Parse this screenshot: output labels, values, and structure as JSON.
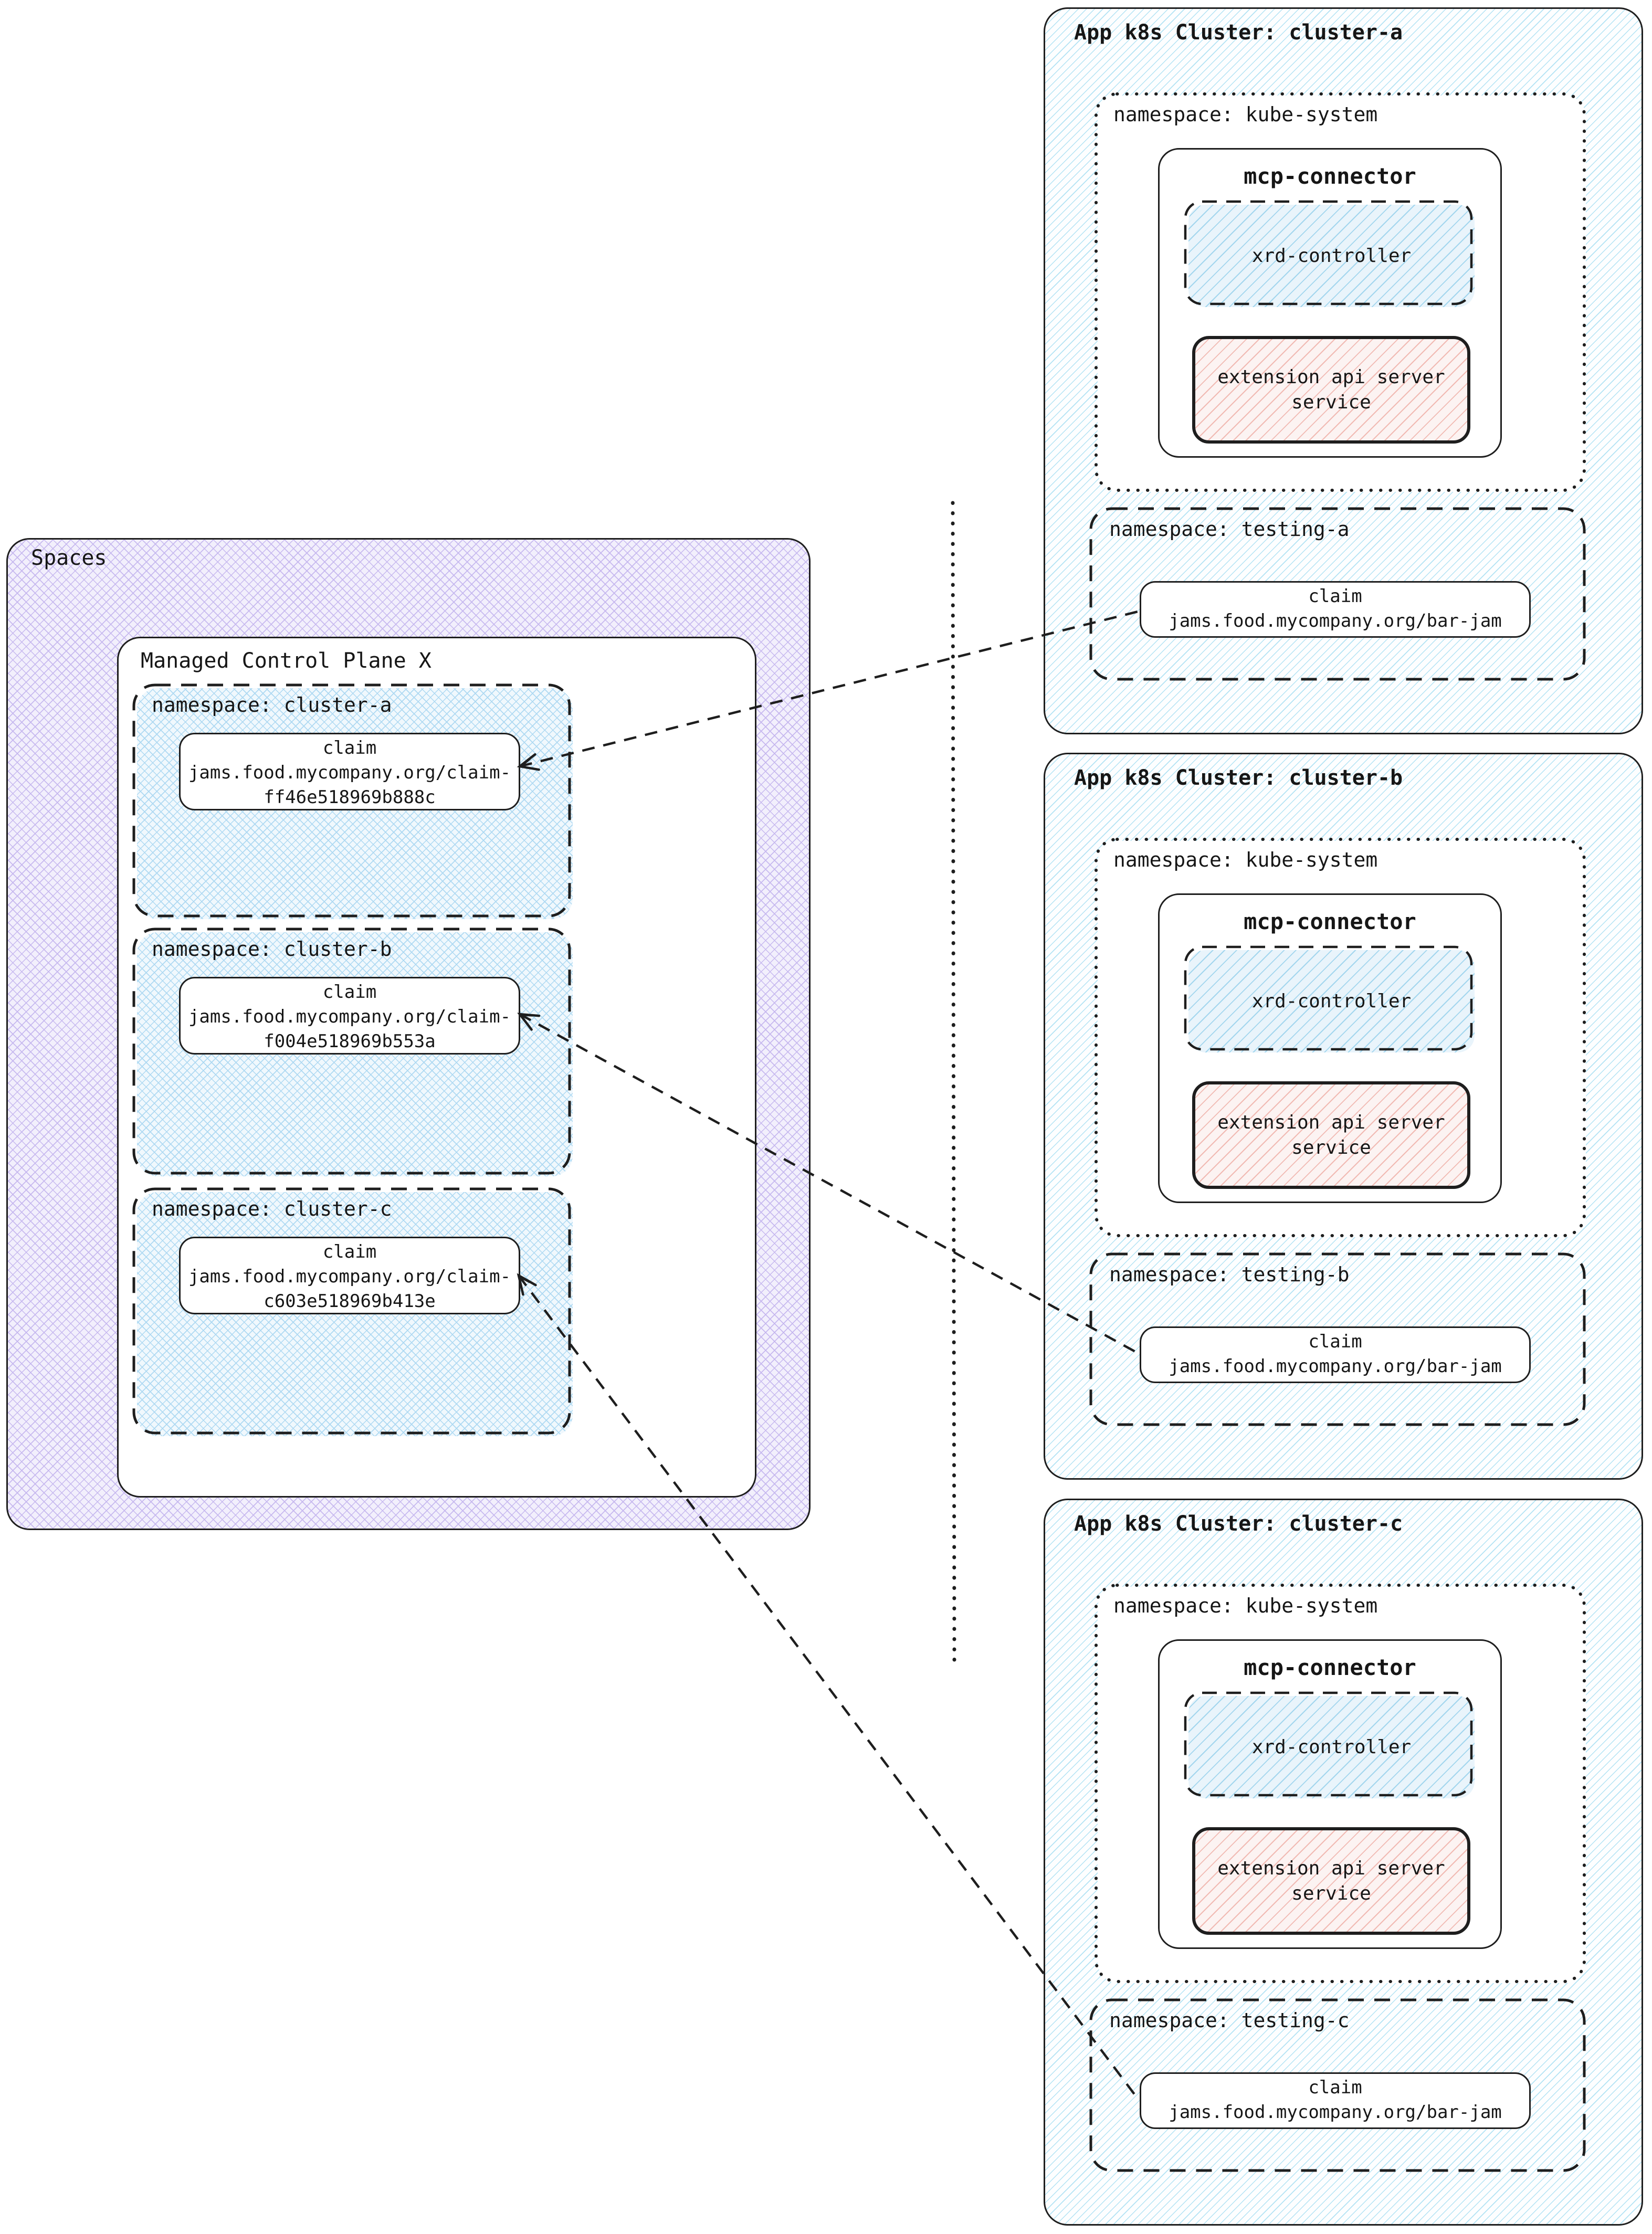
{
  "colors": {
    "border": "#1e1e1e",
    "spaces_hatch": "#c7b9ef",
    "namespace_hatch": "#aed9f2",
    "cluster_hatch": "#b3e3f4",
    "xrd_hatch": "#a3d6ee",
    "extension_hatch": "#f1bab3"
  },
  "left_panel": {
    "spaces_label": "Spaces",
    "mcp_title": "Managed Control Plane X",
    "namespaces": [
      {
        "label": "namespace: cluster-a",
        "claim": {
          "title": "claim",
          "lines": [
            "jams.food.mycompany.org/claim-",
            "ff46e518969b888c"
          ]
        }
      },
      {
        "label": "namespace: cluster-b",
        "claim": {
          "title": "claim",
          "lines": [
            "jams.food.mycompany.org/claim-",
            "f004e518969b553a"
          ]
        }
      },
      {
        "label": "namespace: cluster-c",
        "claim": {
          "title": "claim",
          "lines": [
            "jams.food.mycompany.org/claim-",
            "c603e518969b413e"
          ]
        }
      }
    ]
  },
  "clusters": [
    {
      "title": "App k8s Cluster: cluster-a",
      "kube_namespace_label": "namespace: kube-system",
      "mcp_connector_label": "mcp-connector",
      "xrd_controller_label": "xrd-controller",
      "extension_api_lines": [
        "extension api server",
        "service"
      ],
      "testing_namespace_label": "namespace: testing-a",
      "claim": {
        "title": "claim",
        "name": "jams.food.mycompany.org/bar-jam"
      }
    },
    {
      "title": "App k8s Cluster: cluster-b",
      "kube_namespace_label": "namespace: kube-system",
      "mcp_connector_label": "mcp-connector",
      "xrd_controller_label": "xrd-controller",
      "extension_api_lines": [
        "extension api server",
        "service"
      ],
      "testing_namespace_label": "namespace: testing-b",
      "claim": {
        "title": "claim",
        "name": "jams.food.mycompany.org/bar-jam"
      }
    },
    {
      "title": "App k8s Cluster: cluster-c",
      "kube_namespace_label": "namespace: kube-system",
      "mcp_connector_label": "mcp-connector",
      "xrd_controller_label": "xrd-controller",
      "extension_api_lines": [
        "extension api server",
        "service"
      ],
      "testing_namespace_label": "namespace: testing-c",
      "claim": {
        "title": "claim",
        "name": "jams.food.mycompany.org/bar-jam"
      }
    }
  ]
}
